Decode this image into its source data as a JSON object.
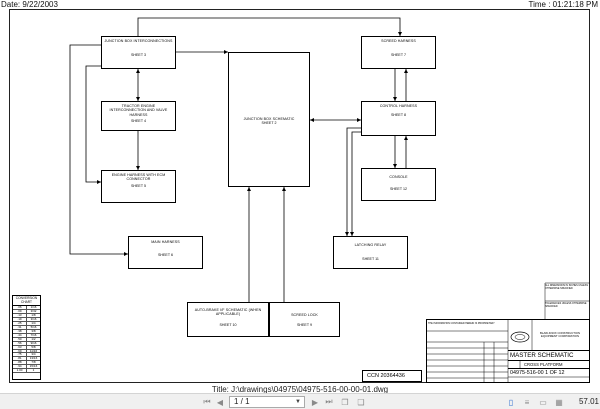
{
  "header": {
    "date": "Date: 9/22/2003",
    "time": "Time : 01:21:18 PM"
  },
  "blocks": {
    "junction_box_interconnections": {
      "title": "JUNCTION BOX INTERCONNECTIONS",
      "sheet": "SHEET 3"
    },
    "tractor_engine": {
      "title": "TRACTOR ENGINE INTERCONNECTION AND VALVE HARNESS",
      "sheet": "SHEET 4"
    },
    "engine_harness": {
      "title": "ENGINE HARNESS WITH ECM CONNECTOR",
      "sheet": "SHEET 5"
    },
    "main_harness": {
      "title": "MAIN HARNESS",
      "sheet": "SHEET 6"
    },
    "junction_box_schematic": {
      "title": "JUNCTION BOX SCHEMATIC",
      "sheet": "SHEET 2"
    },
    "screed_harness": {
      "title": "SCREED HARNESS",
      "sheet": "SHEET 7"
    },
    "control_harness": {
      "title": "CONTROL HARNESS",
      "sheet": "SHEET 8"
    },
    "console": {
      "title": "CONSOLE",
      "sheet": "SHEET 12"
    },
    "latching_relay": {
      "title": "LATCHING RELAY",
      "sheet": "SHEET 11"
    },
    "auto_brake": {
      "title": "AUTO-BRAKE I/F SCHEMATIC (WHEN APPLICABLE)",
      "sheet": "SHEET 10"
    },
    "screed_lock": {
      "title": "SCREED LOCK",
      "sheet": "SHEET 9"
    }
  },
  "conversion_chart": {
    "title": "CONVERSION CHART",
    "rows": [
      [
        ".06",
        "1/16"
      ],
      [
        ".09",
        "3/32"
      ],
      [
        ".13",
        "1/8"
      ],
      [
        ".19",
        "3/16"
      ],
      [
        ".25",
        "1/4"
      ],
      [
        ".31",
        "5/16"
      ],
      [
        ".38",
        "3/8"
      ],
      [
        ".44",
        "7/16"
      ],
      [
        ".50",
        "1/2"
      ],
      [
        ".56",
        "9/16"
      ],
      [
        ".63",
        "5/8"
      ],
      [
        ".69",
        "11/16"
      ],
      [
        ".75",
        "3/4"
      ],
      [
        ".81",
        "13/16"
      ],
      [
        ".88",
        "7/8"
      ],
      [
        ".94",
        "15/16"
      ],
      [
        "1.00",
        "1"
      ]
    ]
  },
  "title_block": {
    "ccn": "CCN  20364436",
    "drawing_title": "MASTER SCHEMATIC",
    "subtitle": "CROSS PLATFORM",
    "drawing_number": "04975-516-00  1 OF 12",
    "company": "BLAW-KNOX CONSTRUCTION EQUIPMENT CORPORATION",
    "notes": "THE INFORMATION CONTAINED HEREIN IS PROPRIETARY",
    "rev_notes": "ALL DIMENSIONS IN INCHES UNLESS OTHERWISE SPECIFIED",
    "tolerances": "TOLERANCES UNLESS OTHERWISE SPECIFIED"
  },
  "file_title": "Title: J:\\drawings\\04975\\04975-516-00-00-01.dwg",
  "toolbar": {
    "first_icon": "first-page-icon",
    "prev_icon": "prev-page-icon",
    "page_value": "1 / 1",
    "next_icon": "next-page-icon",
    "last_icon": "last-page-icon",
    "zoom": "57.01"
  }
}
